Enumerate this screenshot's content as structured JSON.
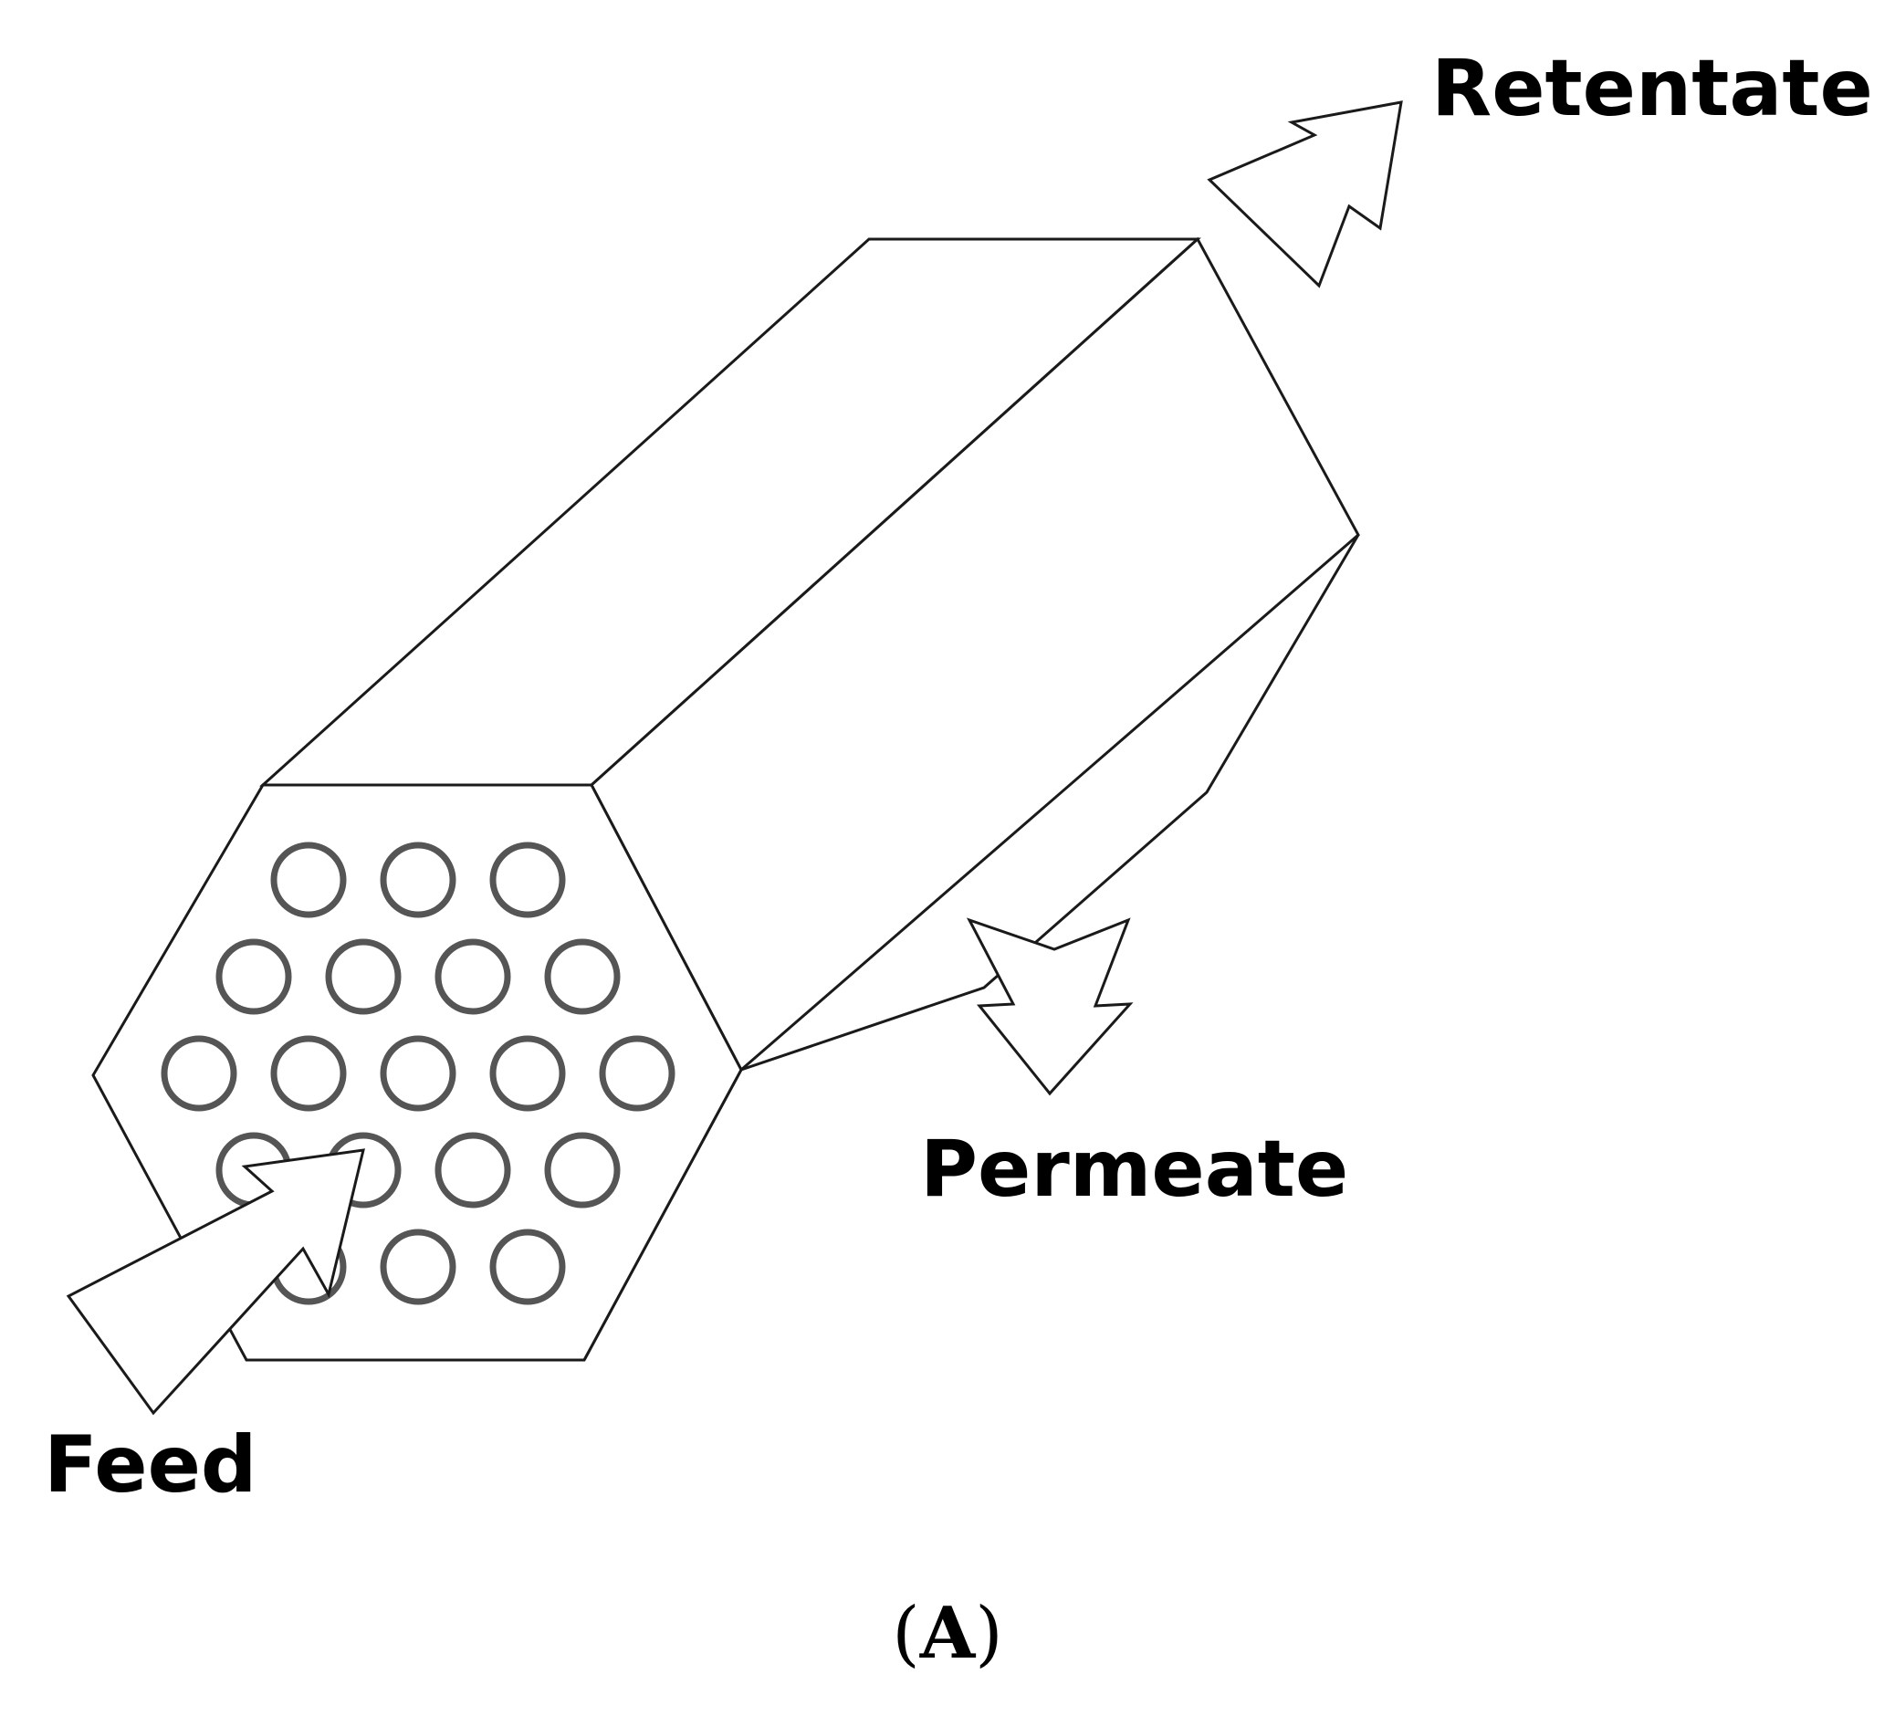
{
  "labels": {
    "retentate": "Retentate",
    "permeate": "Permeate",
    "feed": "Feed"
  },
  "caption": {
    "open": "(",
    "letter": "A",
    "close": ")"
  },
  "membrane_module": {
    "channel_count": 19,
    "channel_rows": [
      3,
      4,
      5,
      4,
      3
    ]
  },
  "colors": {
    "line": "#1a1a1a",
    "channel": "#555555",
    "background": "#ffffff"
  }
}
